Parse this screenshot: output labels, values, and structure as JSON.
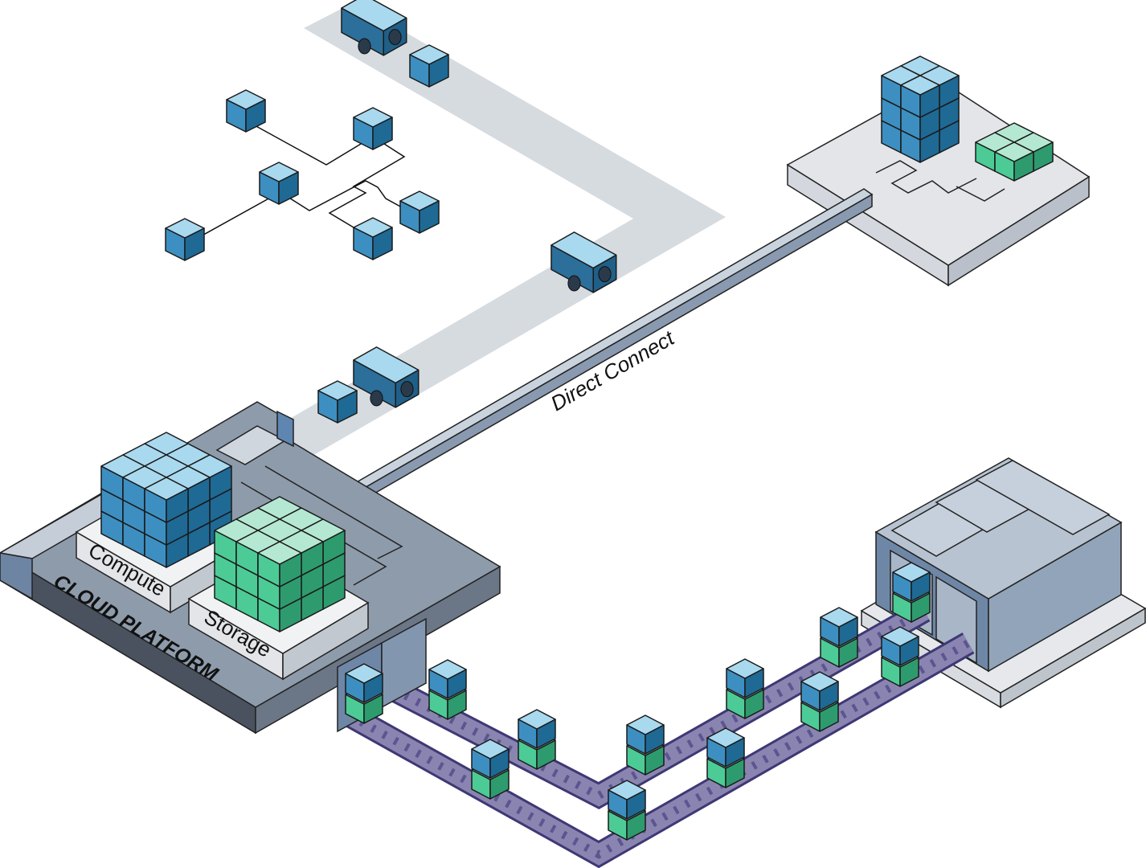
{
  "labels": {
    "direct_connect": "Direct Connect",
    "compute": "Compute",
    "storage": "Storage",
    "cloud_platform": "CLOUD PLATFORM"
  },
  "colors": {
    "blue_top": "#a9d9ef",
    "blue_left": "#3d8fc1",
    "blue_right": "#1f6995",
    "green_top": "#b5e8d2",
    "green_left": "#4ccb96",
    "green_right": "#2e9b6f",
    "road": "#d6dbe0",
    "belt": "#8a85b0",
    "belt_edge": "#3e3875",
    "platform_top": "#8e9bab",
    "platform_side": "#4b5563",
    "pedestal": "#e6e7e9"
  }
}
